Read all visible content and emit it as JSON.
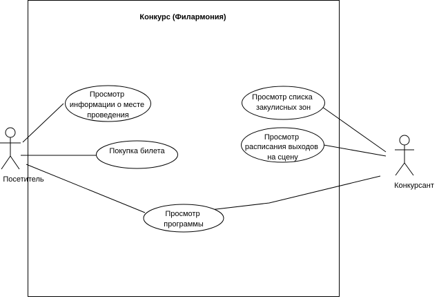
{
  "system": {
    "title": "Конкурс (Филармония)"
  },
  "actors": {
    "visitor": "Посетитель",
    "contestant": "Конкурсант"
  },
  "use_cases": {
    "venue_info": [
      "Просмотр",
      "информации о месте",
      "проведения"
    ],
    "buy_ticket": [
      "Покупка билета"
    ],
    "program": [
      "Просмотр",
      "программы"
    ],
    "backstage": [
      "Просмотр списка",
      "закулисных зон"
    ],
    "stage_schedule": [
      "Просмотр",
      "расписания выходов",
      "на сцену"
    ]
  },
  "colors": {
    "stroke": "#000000",
    "fill": "#ffffff"
  }
}
